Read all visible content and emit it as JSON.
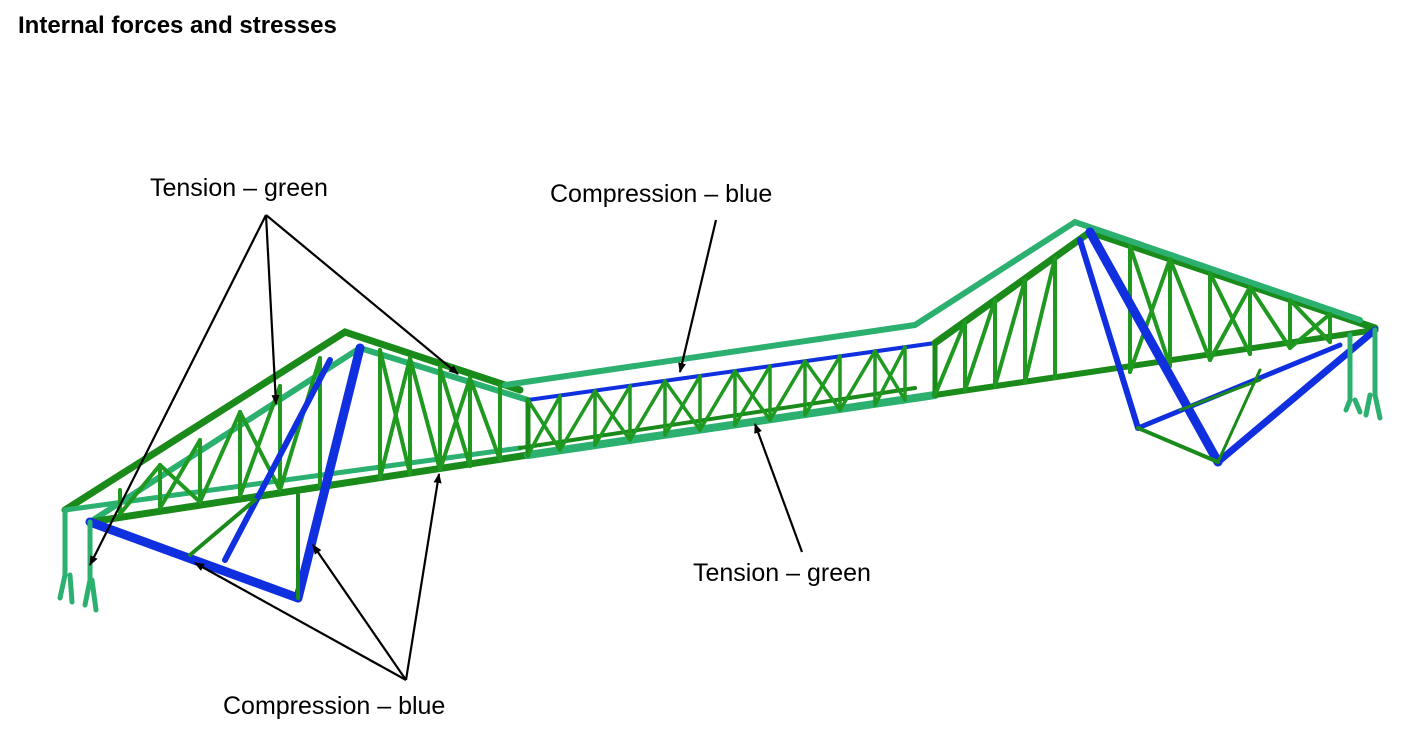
{
  "title": "Internal forces and stresses",
  "annotations": {
    "tension_top": "Tension – green",
    "compression_top": "Compression – blue",
    "tension_bottom": "Tension – green",
    "compression_bottom": "Compression – blue"
  },
  "colors": {
    "tension": "#1a8a1a",
    "tension_light": "#3fd08a",
    "compression": "#1030e0",
    "arrow": "#000000",
    "background": "#ffffff"
  }
}
